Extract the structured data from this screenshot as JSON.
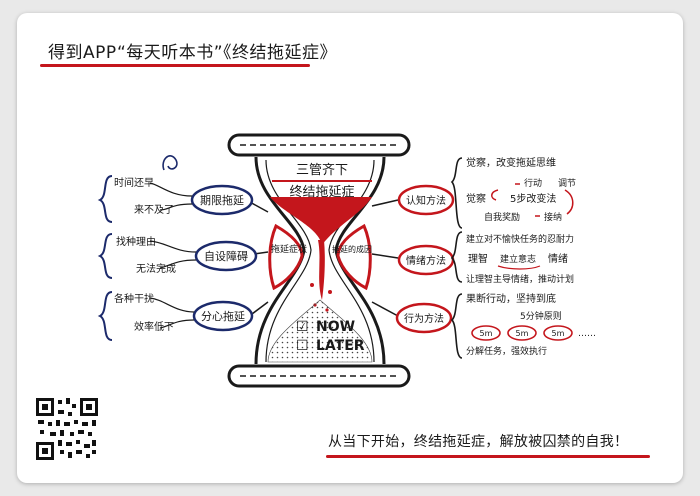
{
  "header": {
    "title": "得到APP“每天听本书”《终结拖延症》"
  },
  "hourglass": {
    "top_line1": "三管齐下",
    "top_line2": "终结拖延症",
    "left_bubble": "拖延症状",
    "right_bubble": "拖延的成因",
    "now_label": "NOW",
    "later_label": "LATER",
    "now_mark": "☑",
    "later_mark": "☐"
  },
  "symptoms": [
    {
      "label": "期限拖延",
      "causes": [
        "时间还早",
        "来不及了"
      ]
    },
    {
      "label": "自设障碍",
      "causes": [
        "找种理由",
        "无法完成"
      ]
    },
    {
      "label": "分心拖延",
      "causes": [
        "各种干扰",
        "效率低下"
      ]
    }
  ],
  "methods": [
    {
      "label": "认知方法",
      "lines": [
        "觉察，改变拖延思维",
        "行动",
        "调节",
        "觉察",
        "5步改变法",
        "自我奖励",
        "接纳"
      ]
    },
    {
      "label": "情绪方法",
      "lines": [
        "建立对不愉快任务的忍耐力",
        "理智",
        "建立意志",
        "情绪",
        "让理智主导情绪，推动计划"
      ]
    },
    {
      "label": "行为方法",
      "lines": [
        "果断行动，坚持到底",
        "5分钟原则",
        "5m",
        "5m",
        "5m",
        "……",
        "分解任务，强效执行"
      ]
    }
  ],
  "footer": {
    "slogan": "从当下开始，终结拖延症，解放被囚禁的自我！"
  },
  "colors": {
    "red": "#c4161c",
    "navy": "#1c2a6b",
    "ink": "#1a1a1a"
  }
}
